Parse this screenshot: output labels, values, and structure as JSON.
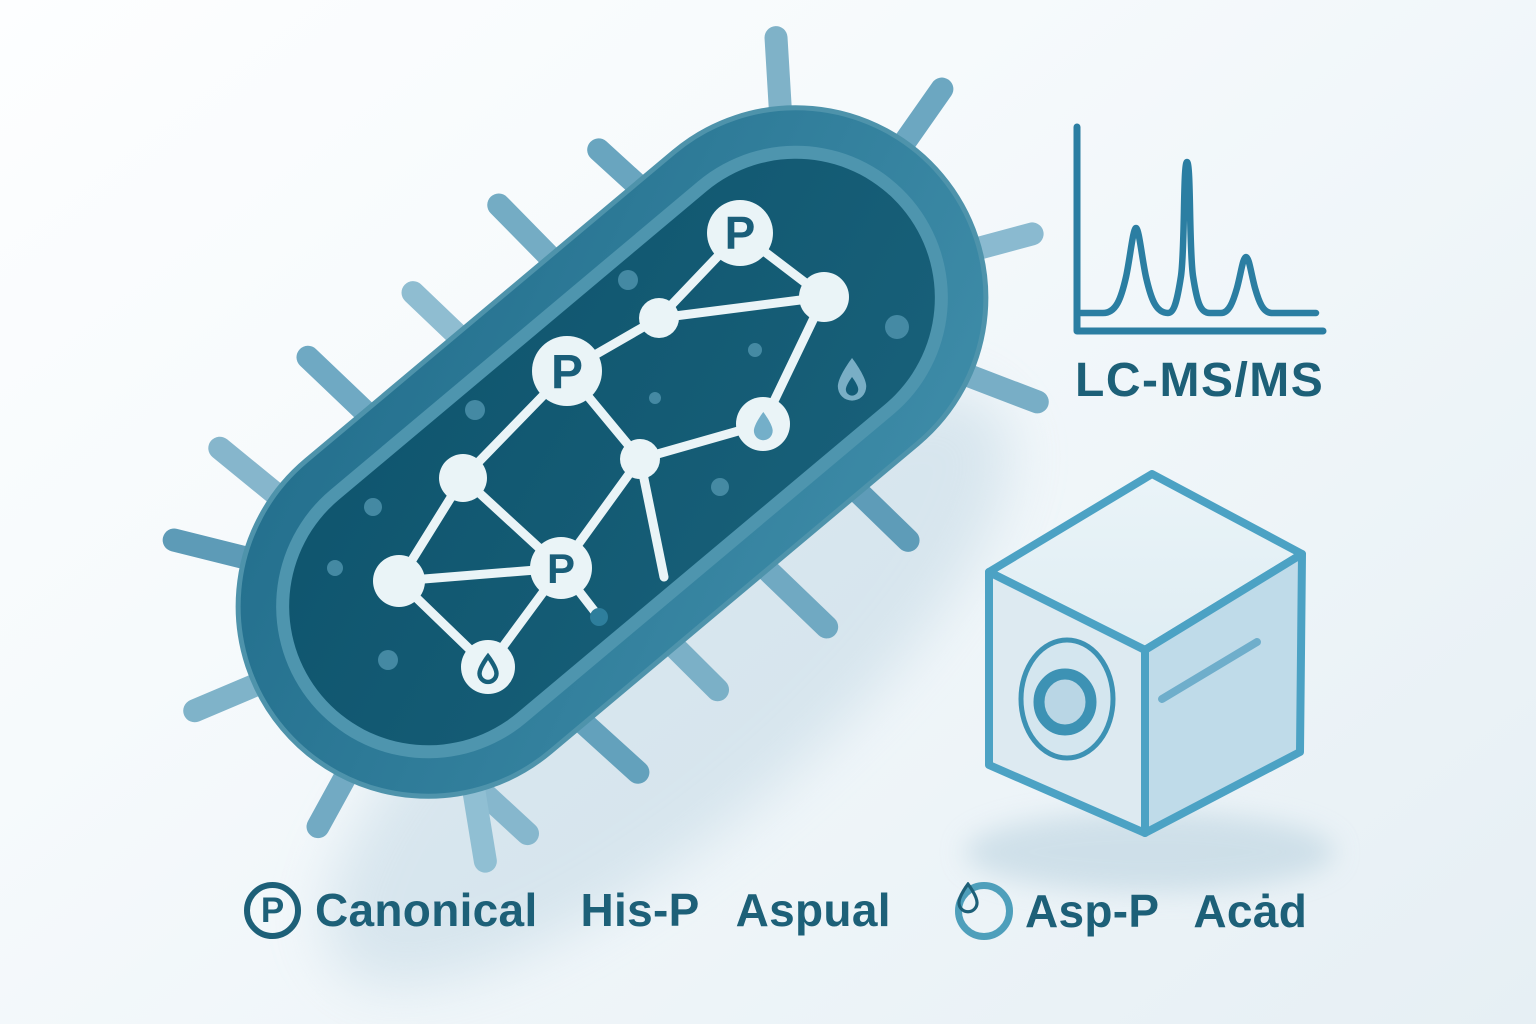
{
  "bacterium": {
    "p_label": "P",
    "description_icons": [
      "phospho-node-icon",
      "droplet-node-icon"
    ]
  },
  "chromatogram": {
    "label": "LC-MS/MS",
    "peak_relative_heights": [
      0.58,
      1.0,
      0.38
    ]
  },
  "legend": {
    "phospho": {
      "icon": "circled-p-icon",
      "icon_letter": "P",
      "items": [
        "Canonical",
        "His-P",
        "Aspual"
      ]
    },
    "acyl": {
      "icon": "circled-droplet-icon",
      "items": [
        "Asp-P",
        "Acȧd"
      ]
    }
  },
  "colors": {
    "background_top": "#FDFEFF",
    "background_bottom": "#E6EFF4",
    "membrane_outer_start": "#226E8C",
    "membrane_outer_end": "#3F8DA9",
    "membrane_inner_band": "#4E95AE",
    "cytoplasm_start": "#0F556E",
    "cytoplasm_end": "#186079",
    "pilus_base": "#6FA9C3",
    "node_fill": "#EAF4F7",
    "edge_stroke": "#EAF4F7",
    "node_letter": "#1A5E79",
    "cyto_dot": "#4D92AC",
    "droplet_light": "#74AFC9",
    "droplet_dark": "#135C77",
    "chromatogram_stroke": "#2B7EA2",
    "label_text": "#1D6078",
    "cube_stroke": "#4CA2C4",
    "cube_top_face": "#E5F1F6",
    "cube_left_face": "#DDEAF1",
    "cube_right_face": "#BFDBE9",
    "lens_stroke": "#3D92B4",
    "lens_fill": "#D4E6EF",
    "lens_inner_fill": "#B9D6E5",
    "legend_icon_dark": "#1D6078",
    "legend_icon_light": "#4E9FBB",
    "shadow": "#AFCBDB"
  }
}
